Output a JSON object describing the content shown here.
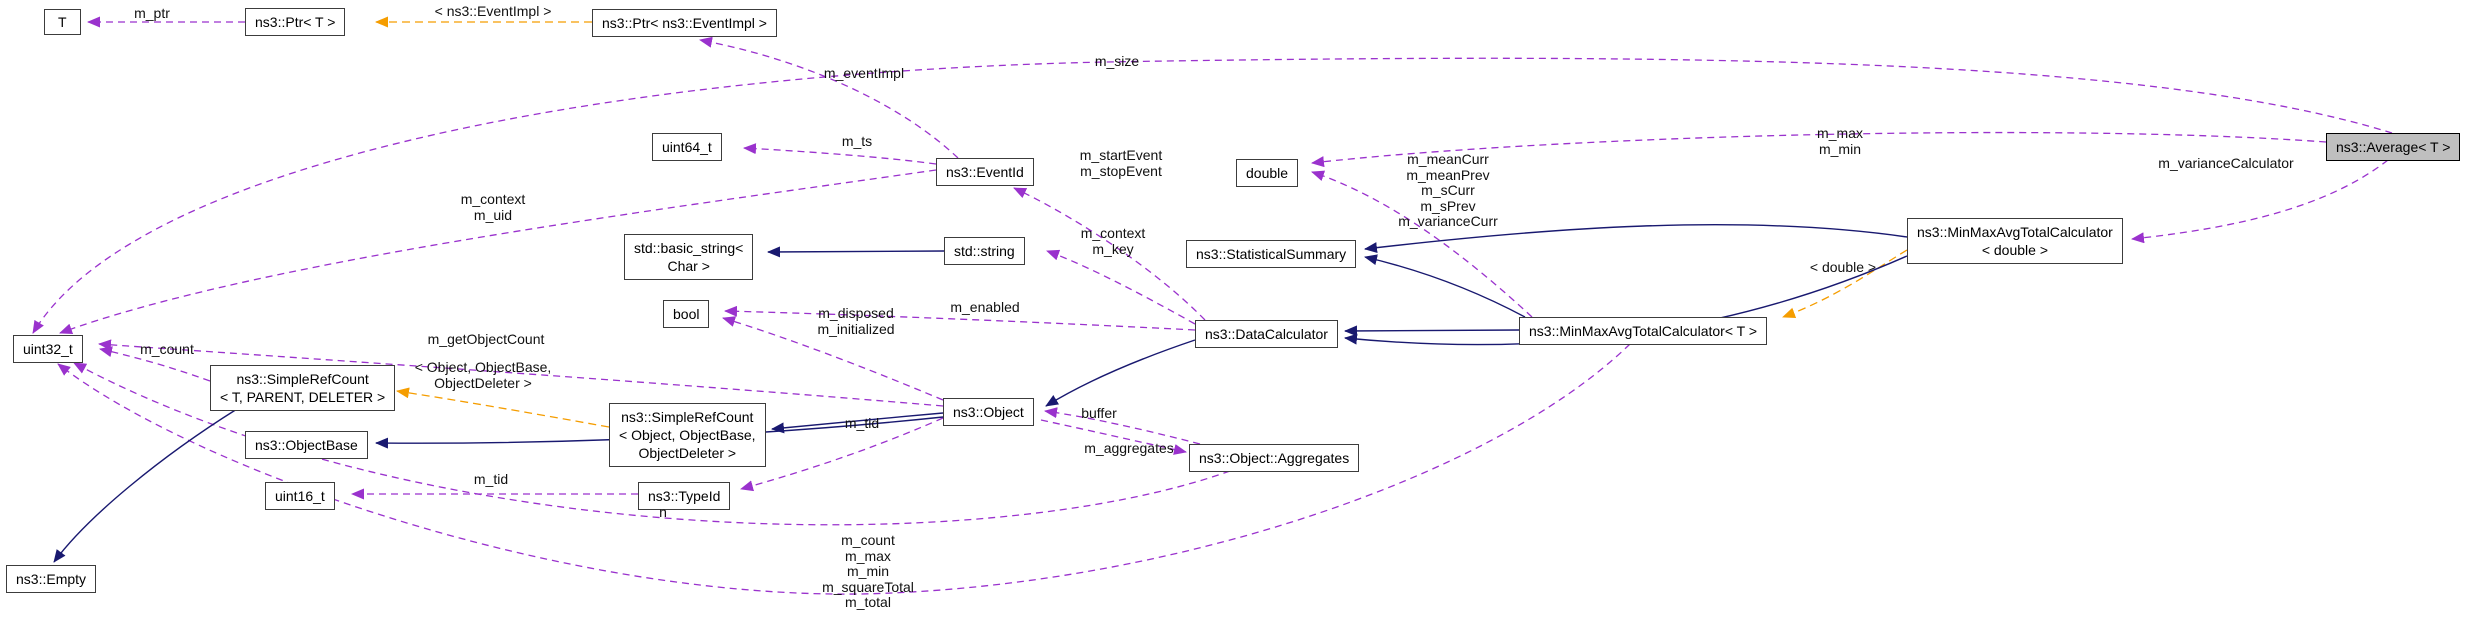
{
  "diagram": {
    "kind": "doxygen-collaboration-graph",
    "colors": {
      "member_edge": "#9a32cd",
      "inheritance_edge": "#191970",
      "template_edge": "#f59d00",
      "node_background": "#ffffff",
      "node_border": "#3c3c3c",
      "highlight_node_background": "#bfbfbf"
    }
  },
  "nodes": {
    "t": {
      "label": "T"
    },
    "ptr_t": {
      "label": "ns3::Ptr< T >"
    },
    "ptr_eventimpl": {
      "label": "ns3::Ptr< ns3::EventImpl >"
    },
    "uint64": {
      "label": "uint64_t"
    },
    "eventid": {
      "label": "ns3::EventId"
    },
    "double": {
      "label": "double"
    },
    "basic_string": {
      "label": "std::basic_string<\nChar >"
    },
    "string": {
      "label": "std::string"
    },
    "statistical_summary": {
      "label": "ns3::StatisticalSummary"
    },
    "minmax_double": {
      "label": "ns3::MinMaxAvgTotalCalculator\n< double >"
    },
    "average": {
      "label": "ns3::Average< T >"
    },
    "uint32": {
      "label": "uint32_t"
    },
    "bool": {
      "label": "bool"
    },
    "datacalculator": {
      "label": "ns3::DataCalculator"
    },
    "minmax_t": {
      "label": "ns3::MinMaxAvgTotalCalculator< T >"
    },
    "simplerefcount_tpd": {
      "label": "ns3::SimpleRefCount\n< T, PARENT, DELETER >"
    },
    "objectbase": {
      "label": "ns3::ObjectBase"
    },
    "simplerefcount_ood": {
      "label": "ns3::SimpleRefCount\n< Object, ObjectBase,\nObjectDeleter >"
    },
    "object": {
      "label": "ns3::Object"
    },
    "aggregates": {
      "label": "ns3::Object::Aggregates"
    },
    "uint16": {
      "label": "uint16_t"
    },
    "typeid": {
      "label": "ns3::TypeId"
    },
    "empty": {
      "label": "ns3::Empty"
    }
  },
  "edges": {
    "m_ptr": {
      "label": "m_ptr"
    },
    "tmpl_eventimpl": {
      "label": "< ns3::EventImpl >"
    },
    "m_eventImpl": {
      "label": "m_eventImpl"
    },
    "m_ts": {
      "label": "m_ts"
    },
    "m_size": {
      "label": "m_size"
    },
    "m_start_stop": {
      "label": "m_startEvent\nm_stopEvent"
    },
    "m_mean_group": {
      "label": "m_meanCurr\nm_meanPrev\nm_sCurr\nm_sPrev\nm_varianceCurr"
    },
    "m_max_min": {
      "label": "m_max\nm_min"
    },
    "m_varianceCalculator": {
      "label": "m_varianceCalculator"
    },
    "m_context_uid": {
      "label": "m_context\nm_uid"
    },
    "m_context_key": {
      "label": "m_context\nm_key"
    },
    "tmpl_double": {
      "label": "< double >"
    },
    "m_enabled": {
      "label": "m_enabled"
    },
    "m_disposed_init": {
      "label": "m_disposed\nm_initialized"
    },
    "m_count": {
      "label": "m_count"
    },
    "m_getObjectCount": {
      "label": "m_getObjectCount"
    },
    "tmpl_ood": {
      "label": "< Object, ObjectBase,\nObjectDeleter >"
    },
    "m_tid_obj": {
      "label": "m_tid"
    },
    "buffer": {
      "label": "buffer"
    },
    "m_aggregates": {
      "label": "m_aggregates"
    },
    "m_tid_typeid": {
      "label": "m_tid"
    },
    "n": {
      "label": "n"
    },
    "m_count_group": {
      "label": "m_count\nm_max\nm_min\nm_squareTotal\nm_total"
    }
  }
}
